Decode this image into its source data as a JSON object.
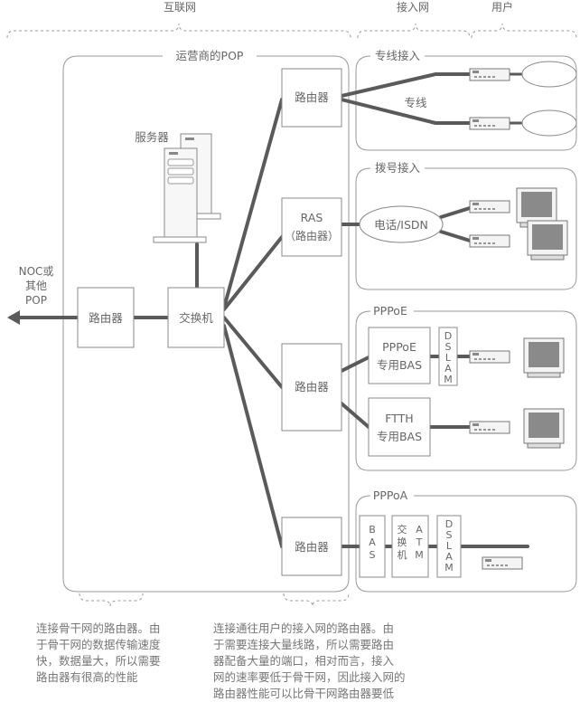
{
  "header": {
    "internet": "互联网",
    "access_net": "接入网",
    "user": "用户"
  },
  "pop": {
    "title": "运营商的POP",
    "server": "服务器",
    "edge_router": "路由器",
    "switch": "交换机",
    "router_leased": "路由器",
    "ras_line1": "RAS",
    "ras_line2": "（路由器）",
    "router_pppoe": "路由器",
    "router_pppoa": "路由器"
  },
  "external": {
    "line1": "NOC或",
    "line2": "其他",
    "line3": "POP"
  },
  "groups": {
    "leased": {
      "title": "专线接入",
      "line_label": "专线"
    },
    "dialup": {
      "title": "拨号接入",
      "cloud": "电话/ISDN"
    },
    "pppoe": {
      "title": "PPPoE",
      "bas1_line1": "PPPoE",
      "bas1_line2": "专用BAS",
      "dslam": [
        "D",
        "S",
        "L",
        "A",
        "M"
      ],
      "bas2_line1": "FTTH",
      "bas2_line2": "专用BAS"
    },
    "pppoa": {
      "title": "PPPoA",
      "bas": [
        "B",
        "A",
        "S"
      ],
      "atm_left": [
        "交",
        "换",
        "机"
      ],
      "atm_right": [
        "A",
        "T",
        "M"
      ],
      "dslam": [
        "D",
        "S",
        "L",
        "A",
        "M"
      ]
    }
  },
  "notes": {
    "left": [
      "连接骨干网的路由器。由",
      "于骨干网的数据传输速度",
      "快，数据量大，所以需要",
      "路由器有很高的性能"
    ],
    "right": [
      "连接通往用户的接入网的路由器。由",
      "于需要连接大量线路，所以需要路由",
      "器配备大量的端口，相对而言，接入",
      "网的速率要低于骨干网，因此接入网的",
      "路由器性能可以比骨干网路由器要低"
    ]
  }
}
